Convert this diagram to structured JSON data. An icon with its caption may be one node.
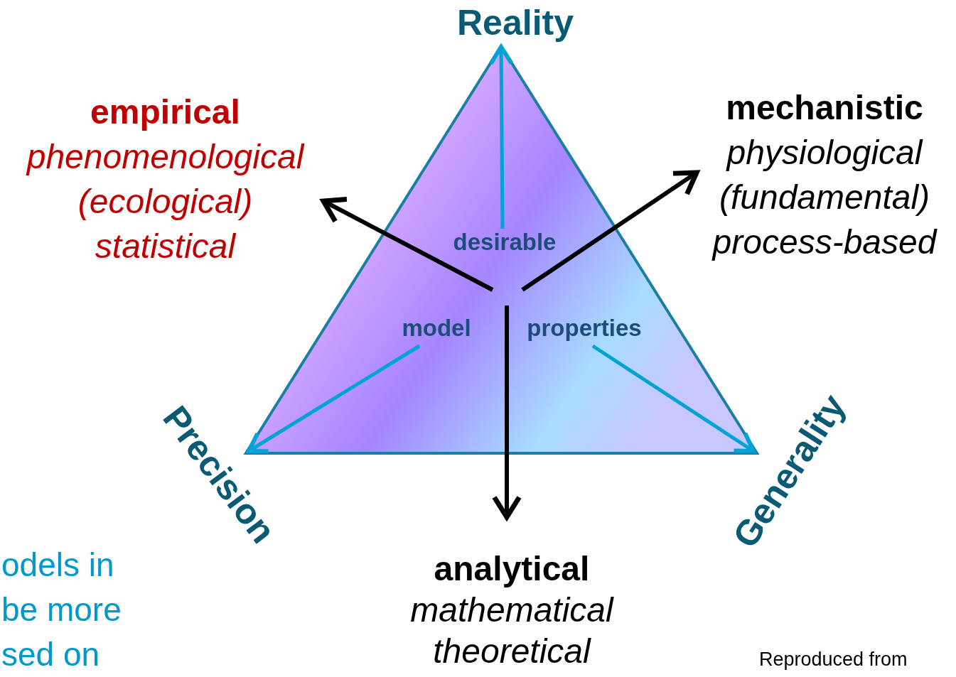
{
  "diagram": {
    "nodes": [
      {
        "text": [
          "Reality"
        ]
      },
      {
        "text": [
          "empirical",
          "phenomenological",
          "(ecological)",
          "statistical"
        ]
      },
      {
        "text": [
          "mechanistic",
          "physiological",
          "(fundamental)",
          "process-based"
        ]
      },
      {
        "text": [
          "desirable"
        ]
      },
      {
        "text": [
          "model"
        ]
      },
      {
        "text": [
          "properties"
        ]
      },
      {
        "text": [
          "Precision"
        ]
      },
      {
        "text": [
          "Generality"
        ]
      },
      {
        "text": [
          "analytical",
          "mathematical",
          "theoretical"
        ]
      }
    ],
    "edges": [
      {
        "from": null,
        "to": 1,
        "arrow": "to"
      },
      {
        "from": null,
        "to": 2,
        "arrow": "to"
      },
      {
        "from": 3,
        "to": 0,
        "arrow": "to",
        "color": "#00a3d6"
      },
      {
        "from": 4,
        "to": 6,
        "arrow": "to",
        "color": "#00a3d6"
      },
      {
        "from": 5,
        "to": 7,
        "arrow": "to",
        "color": "#00a3d6"
      },
      {
        "from": null,
        "to": 8,
        "arrow": "to"
      }
    ],
    "labels": [
      "odels in be more sed on",
      "Reproduced from"
    ]
  }
}
